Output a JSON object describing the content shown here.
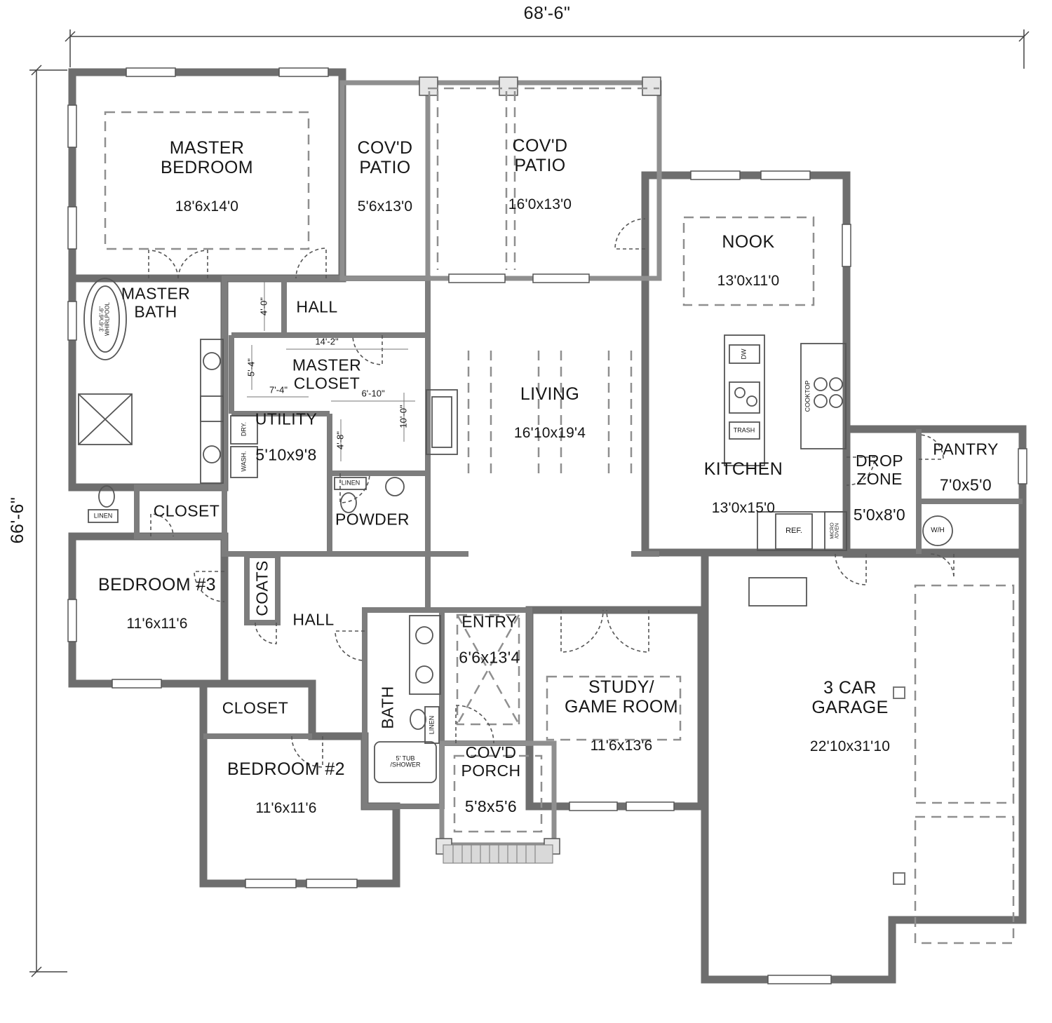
{
  "plan": {
    "width_label": "68'-6\"",
    "height_label": "66'-6\""
  },
  "rooms": {
    "master_bedroom": {
      "label": "MASTER\nBEDROOM",
      "dims": "18'6x14'0"
    },
    "covd_patio_small": {
      "label": "COV'D\nPATIO",
      "dims": "5'6x13'0"
    },
    "covd_patio_large": {
      "label": "COV'D\nPATIO",
      "dims": "16'0x13'0"
    },
    "nook": {
      "label": "NOOK",
      "dims": "13'0x11'0"
    },
    "master_bath": {
      "label": "MASTER\nBATH"
    },
    "hall_upper": {
      "label": "HALL"
    },
    "master_closet": {
      "label": "MASTER\nCLOSET"
    },
    "utility": {
      "label": "UTILITY",
      "dims": "5'10x9'8"
    },
    "living": {
      "label": "LIVING",
      "dims": "16'10x19'4"
    },
    "kitchen": {
      "label": "KITCHEN",
      "dims": "13'0x15'0"
    },
    "drop_zone": {
      "label": "DROP\nZONE",
      "dims": "5'0x8'0"
    },
    "pantry": {
      "label": "PANTRY",
      "dims": "7'0x5'0"
    },
    "closet_master": {
      "label": "CLOSET"
    },
    "powder": {
      "label": "POWDER"
    },
    "bedroom_3": {
      "label": "BEDROOM #3",
      "dims": "11'6x11'6"
    },
    "coats": {
      "label": "COATS"
    },
    "hall_lower": {
      "label": "HALL"
    },
    "entry": {
      "label": "ENTRY",
      "dims": "6'6x13'4"
    },
    "study_game_room": {
      "label": "STUDY/\nGAME ROOM",
      "dims": "11'6x13'6"
    },
    "garage": {
      "label": "3 CAR\nGARAGE",
      "dims": "22'10x31'10"
    },
    "closet_bedroom2": {
      "label": "CLOSET"
    },
    "bath": {
      "label": "BATH"
    },
    "bedroom_2": {
      "label": "BEDROOM #2",
      "dims": "11'6x11'6"
    },
    "covd_porch": {
      "label": "COV'D\nPORCH",
      "dims": "5'8x5'6"
    }
  },
  "interior_dims": {
    "d_4_0": "4'-0\"",
    "d_14_2": "14'-2\"",
    "d_5_4": "5'-4\"",
    "d_7_4": "7'-4\"",
    "d_6_10": "6'-10\"",
    "d_10_0": "10'-0\"",
    "d_4_8": "4'-8\""
  },
  "fixtures": {
    "whirlpool": "3'-6\"x6'-6\"\nWHIRLPOOL",
    "dryer": "DRY.",
    "washer": "WASH.",
    "linen": "LINEN",
    "cooktop": "COOKTOP",
    "trash": "TRASH",
    "dishwasher": "DW",
    "refrigerator": "REF.",
    "micro_oven": "MICRO\n/OVEN",
    "water_heater": "W/H",
    "tub_shower": "5' TUB\n/SHOWER"
  }
}
